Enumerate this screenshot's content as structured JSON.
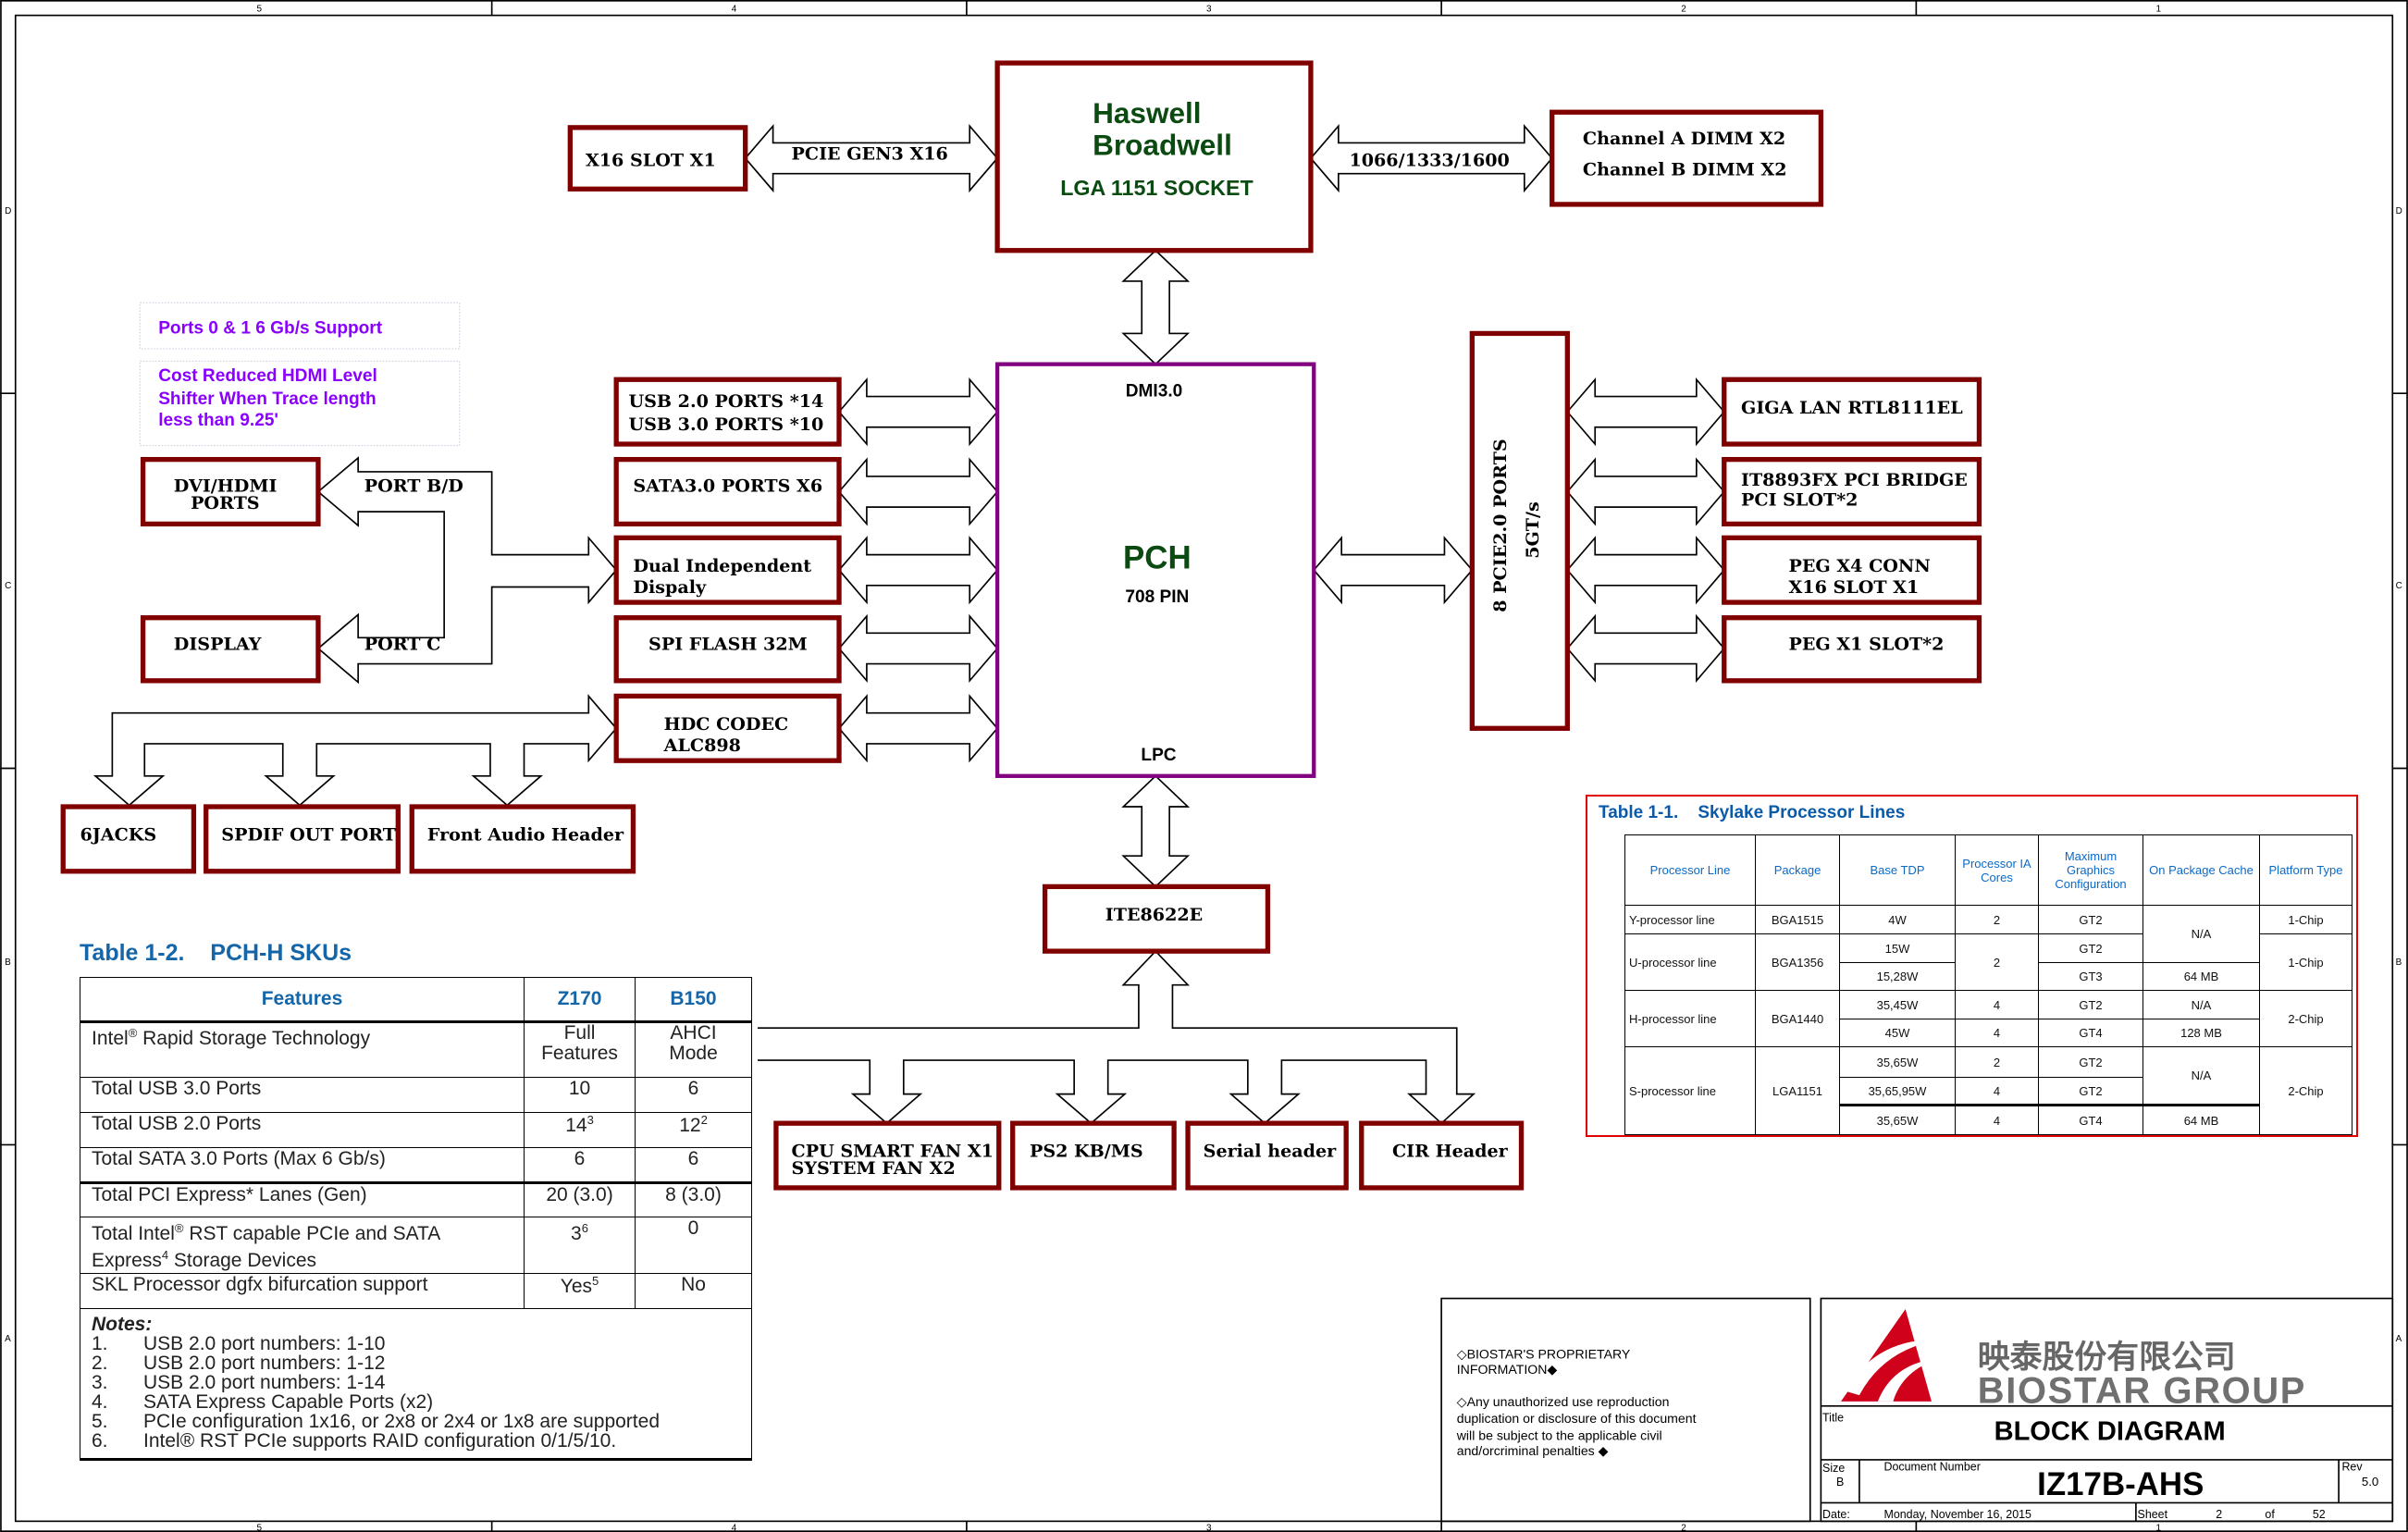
{
  "frame": {
    "columns": [
      "5",
      "4",
      "3",
      "2",
      "1"
    ],
    "rows": [
      "D",
      "C",
      "B",
      "A"
    ]
  },
  "colors": {
    "box_border": "#800000",
    "pch_border": "#800080",
    "cpu_text": "#0b4a10",
    "note_text": "#8a00ff",
    "table_blue": "#1566a8",
    "table_frame": "#e00000",
    "logo_red": "#d0021b"
  },
  "cpu": {
    "line1": "Haswell",
    "line2": "Broadwell",
    "line3": "LGA 1151 SOCKET"
  },
  "x16_slot": "X16 SLOT X1",
  "pcie_link": "PCIE GEN3 X16",
  "mem_link": "1066/1333/1600",
  "dimm": {
    "line1": "Channel A DIMM X2",
    "line2": "Channel B DIMM X2"
  },
  "pch": {
    "top": "DMI3.0",
    "name": "PCH",
    "pins": "708 PIN",
    "bottom": "LPC"
  },
  "left_blocks": {
    "usb1": "USB 2.0 PORTS *14",
    "usb2": "USB 3.0 PORTS *10",
    "sata": "SATA3.0 PORTS X6",
    "dual1": "Dual Independent",
    "dual2": "Dispaly",
    "spi": "SPI FLASH 32M",
    "hdc1": "HDC CODEC",
    "hdc2": "ALC898"
  },
  "notes": {
    "sata_note": "Ports 0 & 1 6 Gb/s Support",
    "hdmi1": "Cost Reduced HDMI Level",
    "hdmi2": "Shifter When Trace length",
    "hdmi3": "less than 9.25'"
  },
  "display": {
    "dvi1": "DVI/HDMI",
    "dvi2": "PORTS",
    "port_bd": "PORT B/D",
    "display": "DISPLAY",
    "port_c": "PORT C"
  },
  "audio": {
    "jacks": "6JACKS",
    "spdif": "SPDIF OUT PORT",
    "front": "Front Audio Header"
  },
  "pcie_ports": {
    "line1": "8 PCIE2.0 PORTS",
    "line2": "5GT/s"
  },
  "right_blocks": {
    "lan": "GIGA LAN RTL8111EL",
    "bridge1": "IT8893FX PCI BRIDGE",
    "bridge2": "PCI SLOT*2",
    "peg4_1": "PEG X4 CONN",
    "peg4_2": "X16 SLOT X1",
    "peg1": "PEG X1 SLOT*2"
  },
  "ite": "ITE8622E",
  "lpc_devices": {
    "fan1": "CPU SMART FAN X1",
    "fan2": "SYSTEM FAN X2",
    "ps2": "PS2 KB/MS",
    "serial": "Serial header",
    "cir": "CIR Header"
  },
  "table11": {
    "label": "Table 1-1.",
    "title": "Skylake Processor Lines",
    "headers": [
      "Processor Line",
      "Package",
      "Base TDP",
      "Processor IA Cores",
      "Maximum Graphics Configuration",
      "On Package Cache",
      "Platform Type"
    ],
    "y_line": "Y-processor line",
    "y_pkg": "BGA1515",
    "y_tdp": "4W",
    "y_cores": "2",
    "y_gfx": "GT2",
    "yu_cache": "N/A",
    "y_plat": "1-Chip",
    "u_line": "U-processor line",
    "u_pkg": "BGA1356",
    "u_tdp1": "15W",
    "u_gfx1": "GT2",
    "u_cores": "2",
    "u_tdp2": "15,28W",
    "u_gfx2": "GT3",
    "u_cache2": "64 MB",
    "u_plat": "1-Chip",
    "h_line": "H-processor line",
    "h_pkg": "BGA1440",
    "h_tdp1": "35,45W",
    "h_cores1": "4",
    "h_gfx1": "GT2",
    "h_cache1": "N/A",
    "h_plat": "2-Chip",
    "h_tdp2": "45W",
    "h_cores2": "4",
    "h_gfx2": "GT4",
    "h_cache2": "128 MB",
    "s_line": "S-processor line",
    "s_pkg": "LGA1151",
    "s_tdp1": "35,65W",
    "s_cores1": "2",
    "s_gfx1": "GT2",
    "s_cache1": "N/A",
    "s_plat": "2-Chip",
    "s_tdp2": "35,65,95W",
    "s_cores2": "4",
    "s_gfx2": "GT2",
    "s_tdp3": "35,65W",
    "s_cores3": "4",
    "s_gfx3": "GT4",
    "s_cache3": "64 MB"
  },
  "table12": {
    "label": "Table 1-2.",
    "title": "PCH-H SKUs",
    "headers": [
      "Features",
      "Z170",
      "B150"
    ],
    "rst": "Intel",
    "rst_sup": "®",
    "rst_rest": " Rapid Storage Technology",
    "rst_z1": "Full",
    "rst_z2": "Features",
    "rst_b1": "AHCI",
    "rst_b2": "Mode",
    "usb3": "Total USB 3.0 Ports",
    "usb3_z": "10",
    "usb3_b": "6",
    "usb2": "Total USB 2.0 Ports",
    "usb2_z": "14",
    "usb2_zs": "3",
    "usb2_b": "12",
    "usb2_bs": "2",
    "sata": "Total SATA 3.0 Ports (Max 6 Gb/s)",
    "sata_z": "6",
    "sata_b": "6",
    "pcie": "Total PCI Express* Lanes (Gen)",
    "pcie_z": "20 (3.0)",
    "pcie_b": "8 (3.0)",
    "dev1": "Total Intel",
    "dev_sup": "®",
    "dev2": " RST capable PCIe and SATA",
    "dev3": "Express",
    "dev3_sup": "4",
    "dev4": " Storage Devices",
    "dev_z": "3",
    "dev_zs": "6",
    "dev_b": "0",
    "skl": "SKL Processor dgfx bifurcation support",
    "skl_z": "Yes",
    "skl_zs": "5",
    "skl_b": "No",
    "notes_title": "Notes:",
    "notes": [
      {
        "n": "1.",
        "t": "USB 2.0 port numbers: 1-10"
      },
      {
        "n": "2.",
        "t": "USB 2.0 port numbers: 1-12"
      },
      {
        "n": "3.",
        "t": "USB 2.0 port numbers: 1-14"
      },
      {
        "n": "4.",
        "t": "SATA Express Capable Ports (x2)"
      },
      {
        "n": "5.",
        "t": "PCIe configuration 1x16, or 2x8 or 2x4 or 1x8 are supported"
      },
      {
        "n": "6.",
        "t": "Intel® RST PCIe supports RAID configuration 0/1/5/10."
      }
    ]
  },
  "proprietary": {
    "l1": "◇BIOSTAR'S PROPRIETARY",
    "l2": "INFORMATION◆",
    "l3": "◇Any unauthorized use  reproduction",
    "l4": "duplication  or disclosure of this document",
    "l5": "will be subject to the applicable civil",
    "l6": "and/orcriminal penalties ◆"
  },
  "title_block": {
    "logo_cn": "映泰股份有限公司",
    "logo_en": "BIOSTAR GROUP",
    "title_label": "Title",
    "title": "BLOCK DIAGRAM",
    "size_label": "Size",
    "size": "B",
    "docnum_label": "Document Number",
    "docnum": "IZ17B-AHS",
    "rev_label": "Rev",
    "rev": "5.0",
    "date_label": "Date:",
    "date": "Monday, November 16, 2015",
    "sheet_label": "Sheet",
    "sheet": "2",
    "of_label": "of",
    "sheets": "52"
  }
}
